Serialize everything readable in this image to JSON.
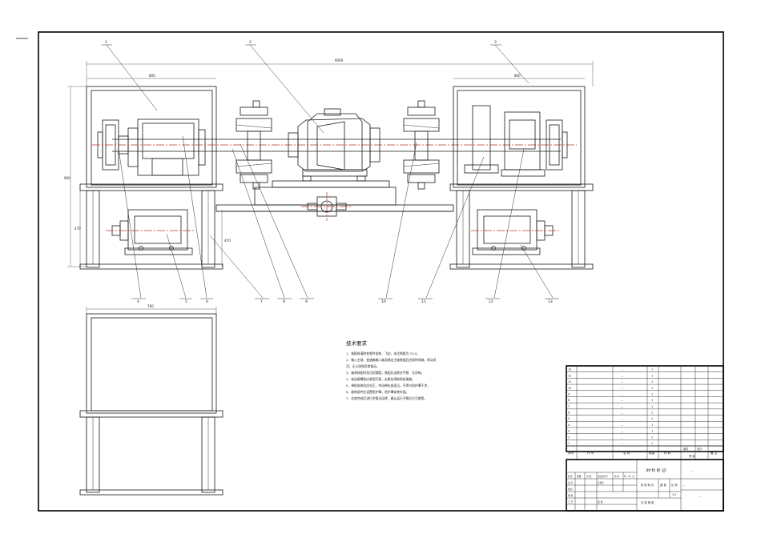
{
  "drawing": {
    "border_style": "engineering-sheet",
    "line_color": "#1a1a1a",
    "centerline_color": "#c0392b"
  },
  "dimensions": {
    "overall_width": "6000",
    "left_frame_width": "800",
    "right_frame_width": "800",
    "left_height": "900",
    "left_lower_height": "470",
    "middle_height": "470",
    "side_view_width": "760"
  },
  "balloons": {
    "top": [
      "1",
      "2",
      "3"
    ],
    "bottom": [
      "4",
      "5",
      "6",
      "7",
      "8",
      "9",
      "10",
      "11",
      "12",
      "13"
    ]
  },
  "tech_requirements": {
    "title": "技术要求",
    "lines": [
      "1、装配前清除各零件毛刺、飞边，未注倒角为 C0.5。",
      "2、输入主轴、变速箱输入轴及输出主轴装配后应保持同轴，转动灵",
      "活，无卡滞和异常振动。",
      "3、轴承装配时加注润滑脂，装配后运转应平稳、无异响。",
      "4、各连接螺栓应紧固可靠，必要处采取防松措施。",
      "5、带轮安装后应对正，传动带松紧适当，不得与防护罩干涉。",
      "6、旋转部件应设置防护罩，防护罩安装牢固。",
      "7、总装完成后进行空载试运转，确认运行平稳后方可使用。"
    ]
  },
  "parts_list": {
    "rows": [
      {
        "no": "13",
        "name": "…",
        "qty": "1"
      },
      {
        "no": "12",
        "name": "…",
        "qty": "1"
      },
      {
        "no": "11",
        "name": "…",
        "qty": "1"
      },
      {
        "no": "10",
        "name": "…",
        "qty": "1"
      },
      {
        "no": "9",
        "name": "…",
        "qty": "1"
      },
      {
        "no": "8",
        "name": "…",
        "qty": "1"
      },
      {
        "no": "7",
        "name": "…",
        "qty": "1"
      },
      {
        "no": "6",
        "name": "…",
        "qty": "1"
      },
      {
        "no": "5",
        "name": "…",
        "qty": "1"
      },
      {
        "no": "4",
        "name": "…",
        "qty": "1"
      },
      {
        "no": "3",
        "name": "…",
        "qty": "1"
      },
      {
        "no": "2",
        "name": "…",
        "qty": "1"
      },
      {
        "no": "1",
        "name": "…",
        "qty": "1"
      }
    ],
    "header": {
      "no": "序号",
      "code": "代 号",
      "name": "名 称",
      "qty": "数量",
      "material": "材 料",
      "unit_weight": "单件",
      "total_weight": "总计",
      "weight": "重 量",
      "remark": "备 注"
    }
  },
  "title_block": {
    "material_mark": "（材 料 标 记）",
    "school": "…",
    "drawing_title": "…",
    "scale_label": "比 例",
    "weight_label": "重 量",
    "stage_label": "阶 段 标 记",
    "scale_value": "1:5",
    "sheet": "共  张  第  张",
    "sheet_no": "…",
    "roles": [
      "标记",
      "处数",
      "分 区",
      "更改文件号",
      "签 名",
      "年、月、日"
    ],
    "signs": [
      "设 计",
      "校对",
      "审 核",
      "工 艺",
      "标准化",
      "批 准"
    ]
  }
}
